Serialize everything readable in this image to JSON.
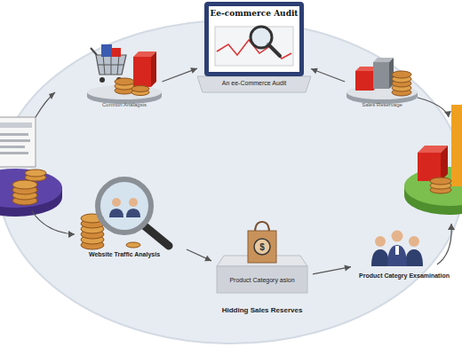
{
  "diagram": {
    "nodes": [
      {
        "text": [
          "Ee-commerce Audit",
          "An ee-Commerce Audit"
        ]
      },
      {
        "text": [
          "Comnon Analagsis"
        ]
      },
      {
        "text": [
          "Sales Reservage"
        ]
      },
      {
        "text": [
          "Website Traffic Analysis"
        ]
      },
      {
        "text": [
          "Product Category asion",
          "Hidding Sales Reserves"
        ]
      },
      {
        "text": [
          "Product Categry Exsamination"
        ]
      }
    ],
    "edges": [
      {
        "from": 1,
        "to": 0,
        "arrow": "to"
      },
      {
        "from": 2,
        "to": 0,
        "arrow": "to"
      },
      {
        "from": 3,
        "to": 4,
        "arrow": "to"
      },
      {
        "from": 4,
        "to": 5,
        "arrow": "to"
      }
    ],
    "labels": [
      "$"
    ]
  }
}
